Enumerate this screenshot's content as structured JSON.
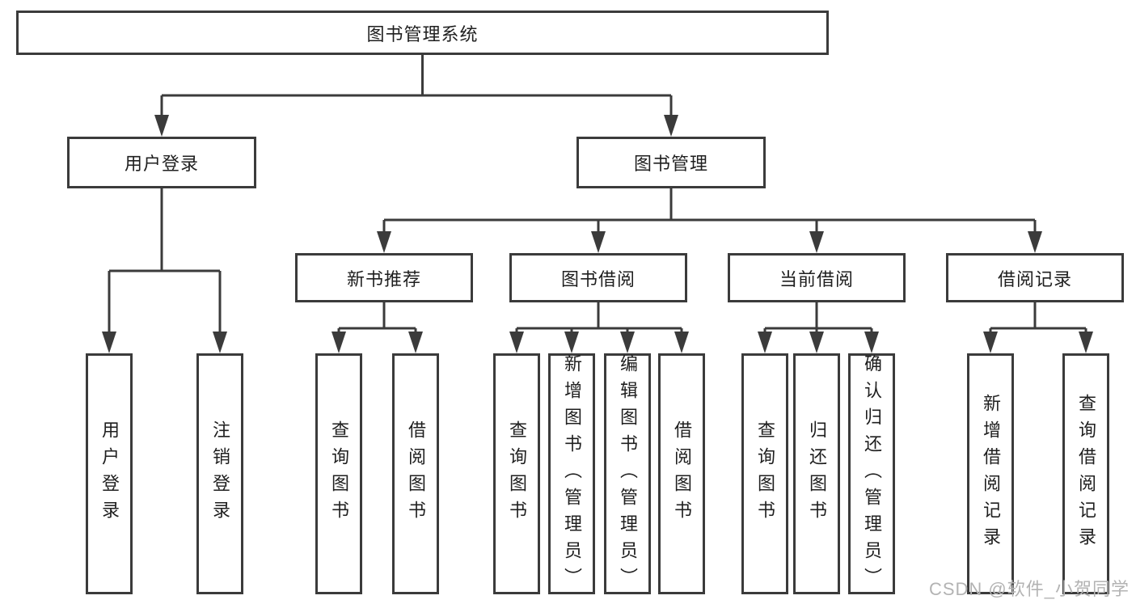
{
  "diagram": {
    "root": {
      "label": "图书管理系统"
    },
    "level2": [
      {
        "label": "用户登录"
      },
      {
        "label": "图书管理"
      }
    ],
    "level3": [
      {
        "label": "新书推荐"
      },
      {
        "label": "图书借阅"
      },
      {
        "label": "当前借阅"
      },
      {
        "label": "借阅记录"
      }
    ],
    "leaves": {
      "user_login": [
        "用户登录",
        "注销登录"
      ],
      "new_book": [
        "查询图书",
        "借阅图书"
      ],
      "book_borrow": [
        "查询图书",
        "新增图书（管理员）",
        "编辑图书（管理员）",
        "借阅图书"
      ],
      "current_borrow": [
        "查询图书",
        "归还图书",
        "确认归还（管理员）"
      ],
      "borrow_record": [
        "新增借阅记录",
        "查询借阅记录"
      ]
    }
  },
  "watermark": "CSDN @软件_小贺同学",
  "colors": {
    "line": "#3b3b3b",
    "text": "#1f1f1f",
    "watermark": "#b3b3b3",
    "background": "#ffffff"
  }
}
